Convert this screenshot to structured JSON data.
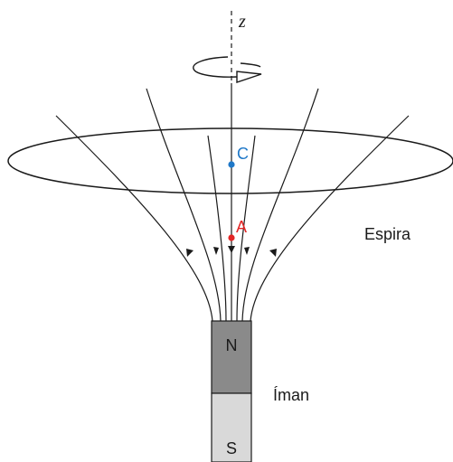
{
  "labels": {
    "axis": "z",
    "point_c": "C",
    "point_a": "A",
    "loop": "Espira",
    "magnet": "Íman",
    "north": "N",
    "south": "S"
  },
  "colors": {
    "line": "#1a1a1a",
    "point_c": "#1f78c8",
    "point_a": "#e32626",
    "north_pole": "#8a8a8a",
    "south_pole": "#d9d9d9"
  }
}
